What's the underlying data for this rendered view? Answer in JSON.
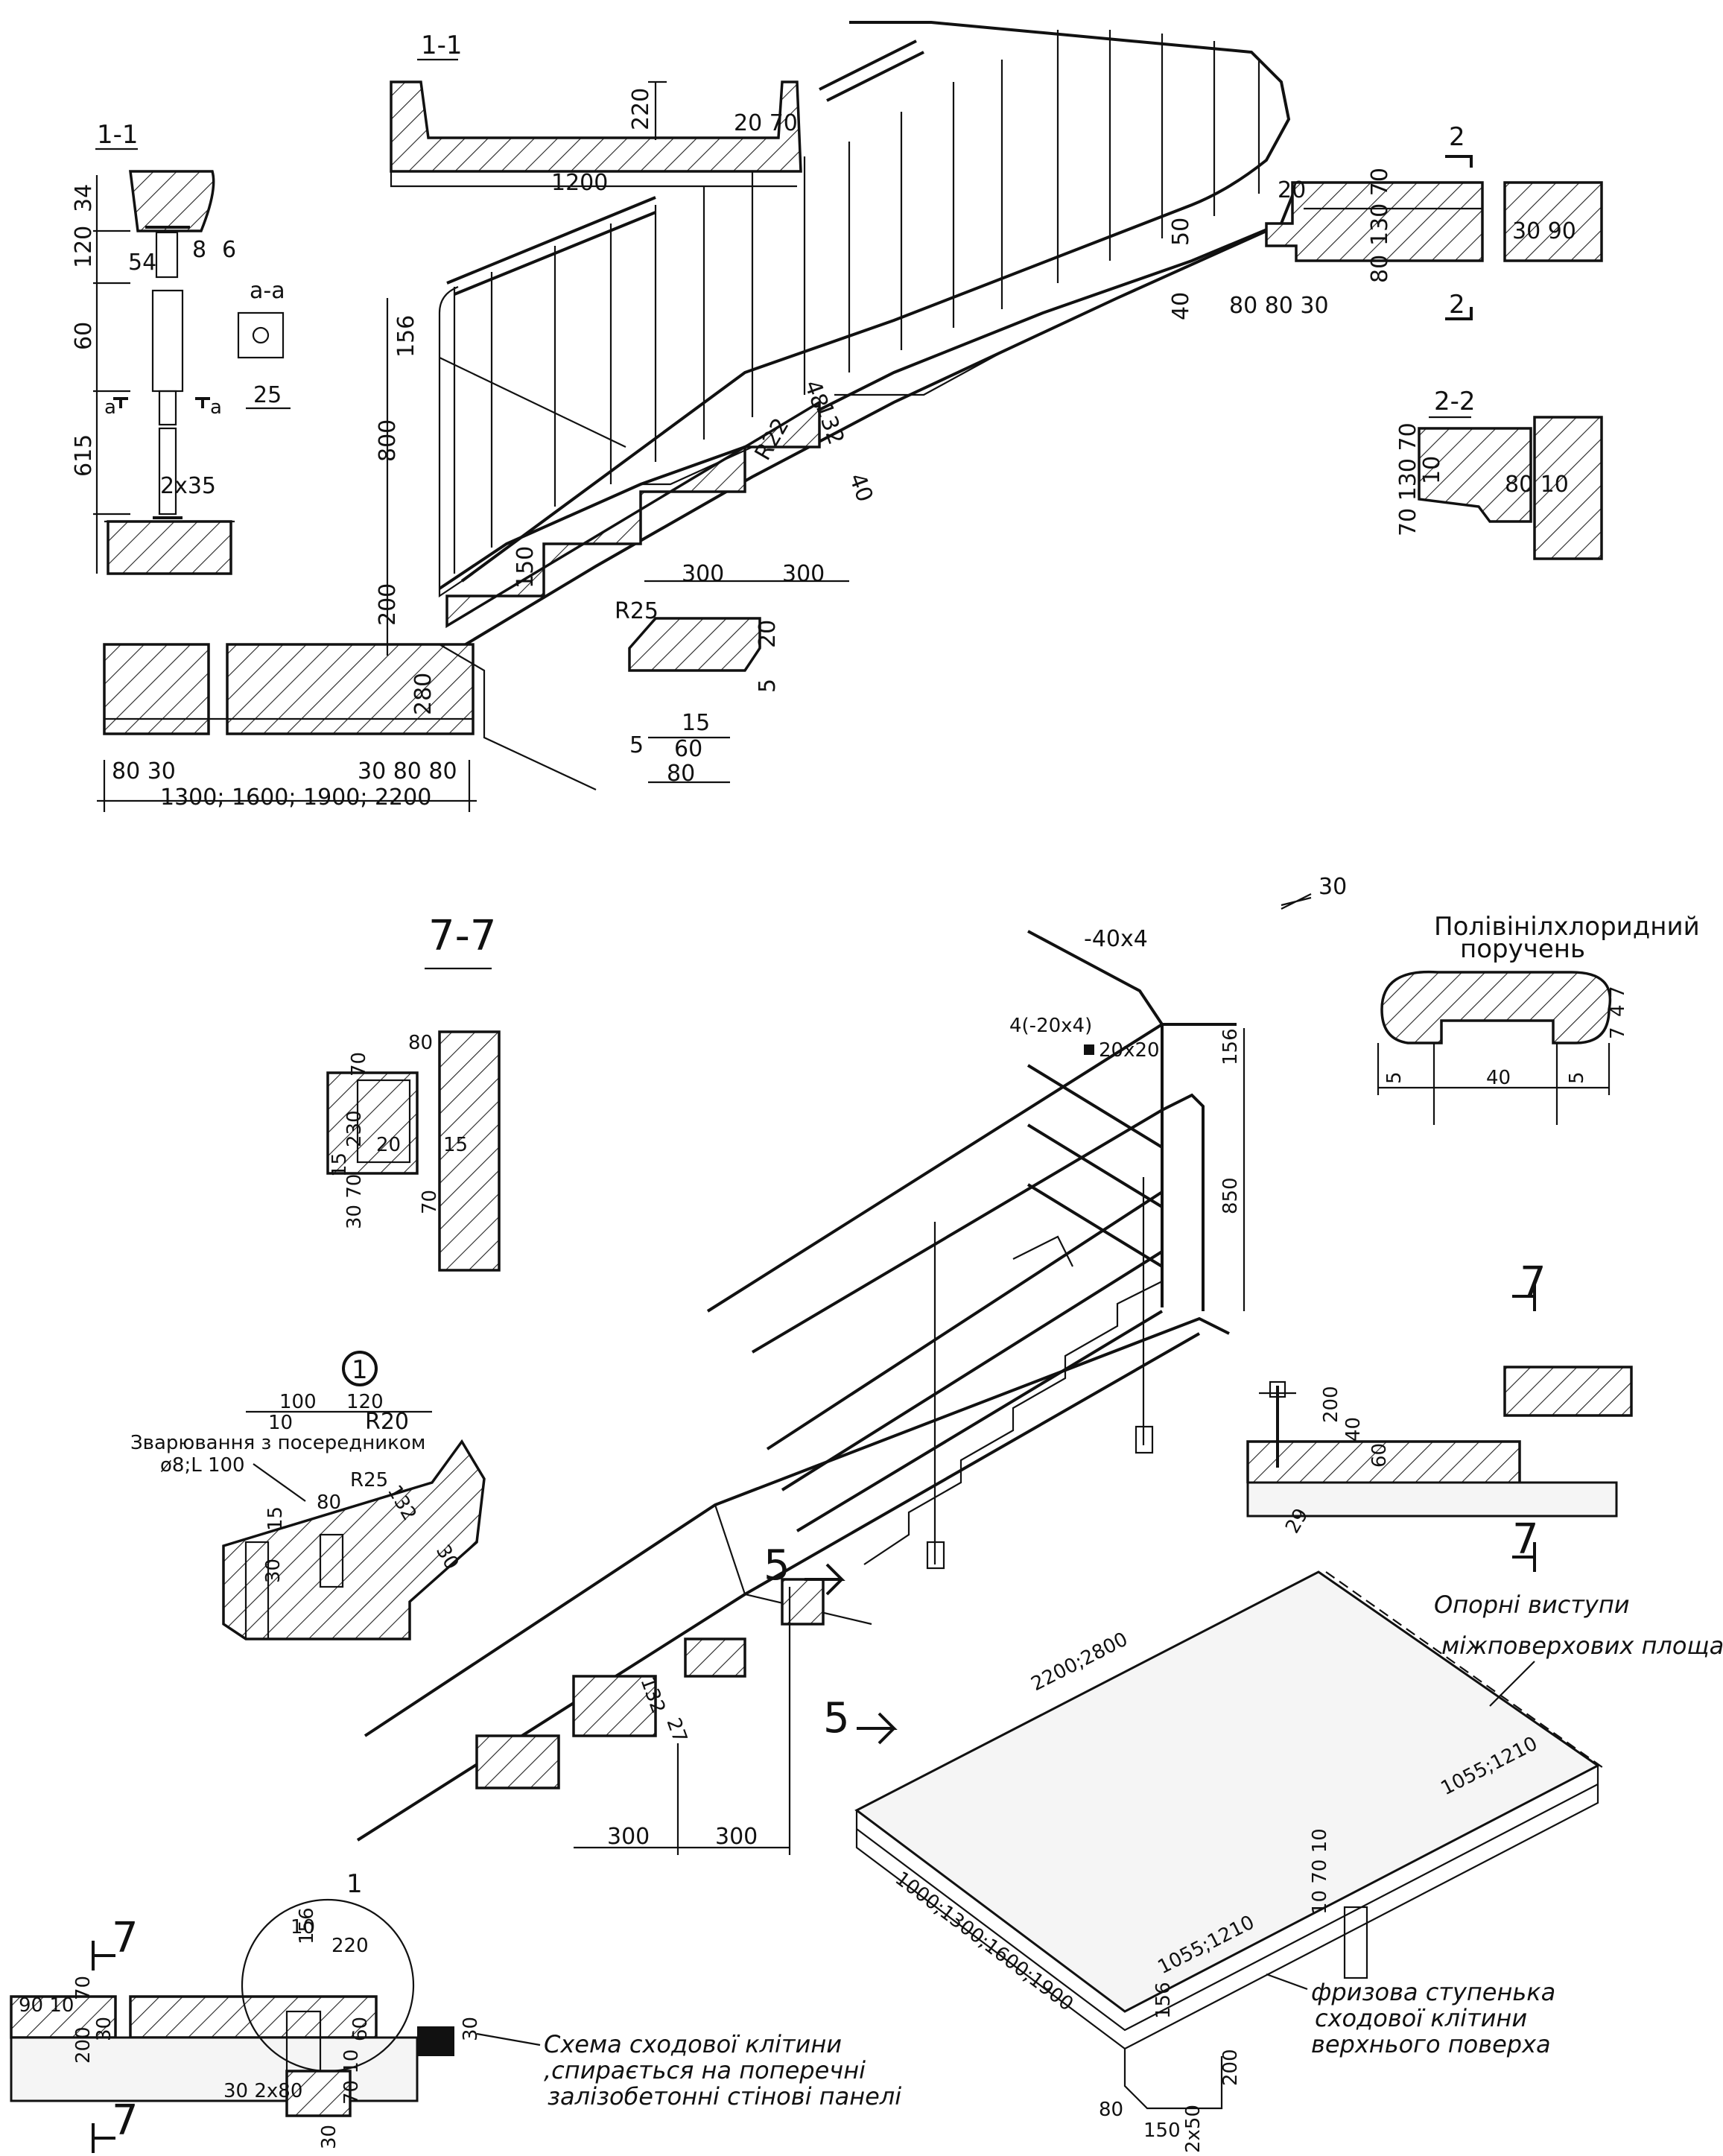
{
  "top_sections": {
    "section_1_1_left": "1-1",
    "section_1_1_top": "1-1",
    "section_a_a": "a-a",
    "section_2_2": "2-2",
    "cut_2": "2",
    "cut_a": "a"
  },
  "bottom_sections": {
    "section_7_7": "7-7",
    "cut_7": "7",
    "cut_5": "5",
    "node_1": "1"
  },
  "dims_top": {
    "d34": "34",
    "d120": "120",
    "d54": "54",
    "d8": "8",
    "d6": "6",
    "d60": "60",
    "d25": "25",
    "d615": "615",
    "d2x35": "2x35",
    "d220": "220",
    "d20_70": "20 70",
    "d1200": "1200",
    "d156": "156",
    "d800": "800",
    "d200": "200",
    "d280": "280",
    "d150": "150",
    "d80_30": "80 30",
    "d30_80_80": "30 80 80",
    "span": "1300; 1600; 1900; 2200",
    "d300a": "300",
    "d300b": "300",
    "d48": "48",
    "d132": "132",
    "d40": "40",
    "dR22": "R22",
    "dR25": "R25",
    "d20": "20",
    "d5": "5",
    "d15": "15",
    "d5b": "5",
    "d60b": "60",
    "d80": "80",
    "d20b": "20",
    "d50": "50",
    "d40b": "40",
    "d80_80_30": "80 80 30",
    "d130_70": "130 70",
    "d80c": "80",
    "d30_90": "30  90",
    "d70_130_70": "70 130 70",
    "d10": "10",
    "d80_10": "80 10"
  },
  "dims_bottom": {
    "minus40x4": "-40x4",
    "bar4": "4(-20x4)",
    "sq20": "20x20",
    "d156": "156",
    "d850": "850",
    "d200": "200",
    "d40": "40",
    "d60": "60",
    "d29": "29",
    "d30": "30",
    "d100": "100",
    "d120": "120",
    "d10": "10",
    "dR20": "R20",
    "dR25": "R25",
    "d132": "132",
    "d15": "15",
    "d80": "80",
    "d80_70": "80",
    "d70": "70",
    "d230": "230",
    "d20_15": "20",
    "d15b": "15",
    "d15c": "15",
    "d70_30": "30 70",
    "d5l": "5",
    "d40h": "40",
    "d5r": "5",
    "d7a": "7",
    "d4": "4",
    "d7b": "7",
    "d132b": "132",
    "d27": "27",
    "d300a": "300",
    "d300b": "300",
    "d10b": "10",
    "d156b": "156",
    "d220": "220",
    "d60b": "60",
    "d30b": "30",
    "d30_2x80": "30 2x80",
    "d70_10": "70 10",
    "d30c": "30",
    "d90_10": "90 10",
    "d70b": "70",
    "d200b": "200",
    "d30d": "30",
    "landing_len": "2200;2800",
    "landing_w": "1055;1210",
    "landing_w2": "1055;1210",
    "landing_span": "1000;1300;1600;1900",
    "d10_70_10": "10 70 10",
    "d156c": "156",
    "d200c": "200",
    "d80b": "80",
    "d150": "150",
    "d2x50": "2x50"
  },
  "notes": {
    "weld": "Зварювання з посередником",
    "weld2": "ø8;L 100",
    "pvc1": "Полівінілхлоридний",
    "pvc2": "поручень",
    "support1": "Опорні виступи",
    "support2": "міжповерхових площадок",
    "scheme1": "Схема сходової клітини",
    "scheme2": ",спирається на поперечні",
    "scheme3": "залізобетонні стінові панелі",
    "frieze1": "фризова ступенька",
    "frieze2": "сходової клітини",
    "frieze3": "верхнього поверха"
  }
}
